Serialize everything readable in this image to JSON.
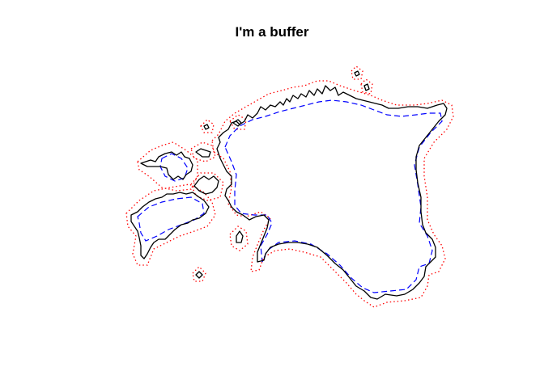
{
  "plot": {
    "title": "I'm a buffer"
  },
  "styles": {
    "outline_color": "#000000",
    "inner_buffer_color": "#0000ff",
    "outer_buffer_color": "#ff0000",
    "background": "#ffffff"
  },
  "layers": [
    {
      "name": "coastline",
      "line_style": "solid",
      "color": "#000000"
    },
    {
      "name": "negative-buffer",
      "line_style": "dashed",
      "color": "#0000ff"
    },
    {
      "name": "positive-buffer",
      "line_style": "dotted",
      "color": "#ff0000"
    }
  ]
}
